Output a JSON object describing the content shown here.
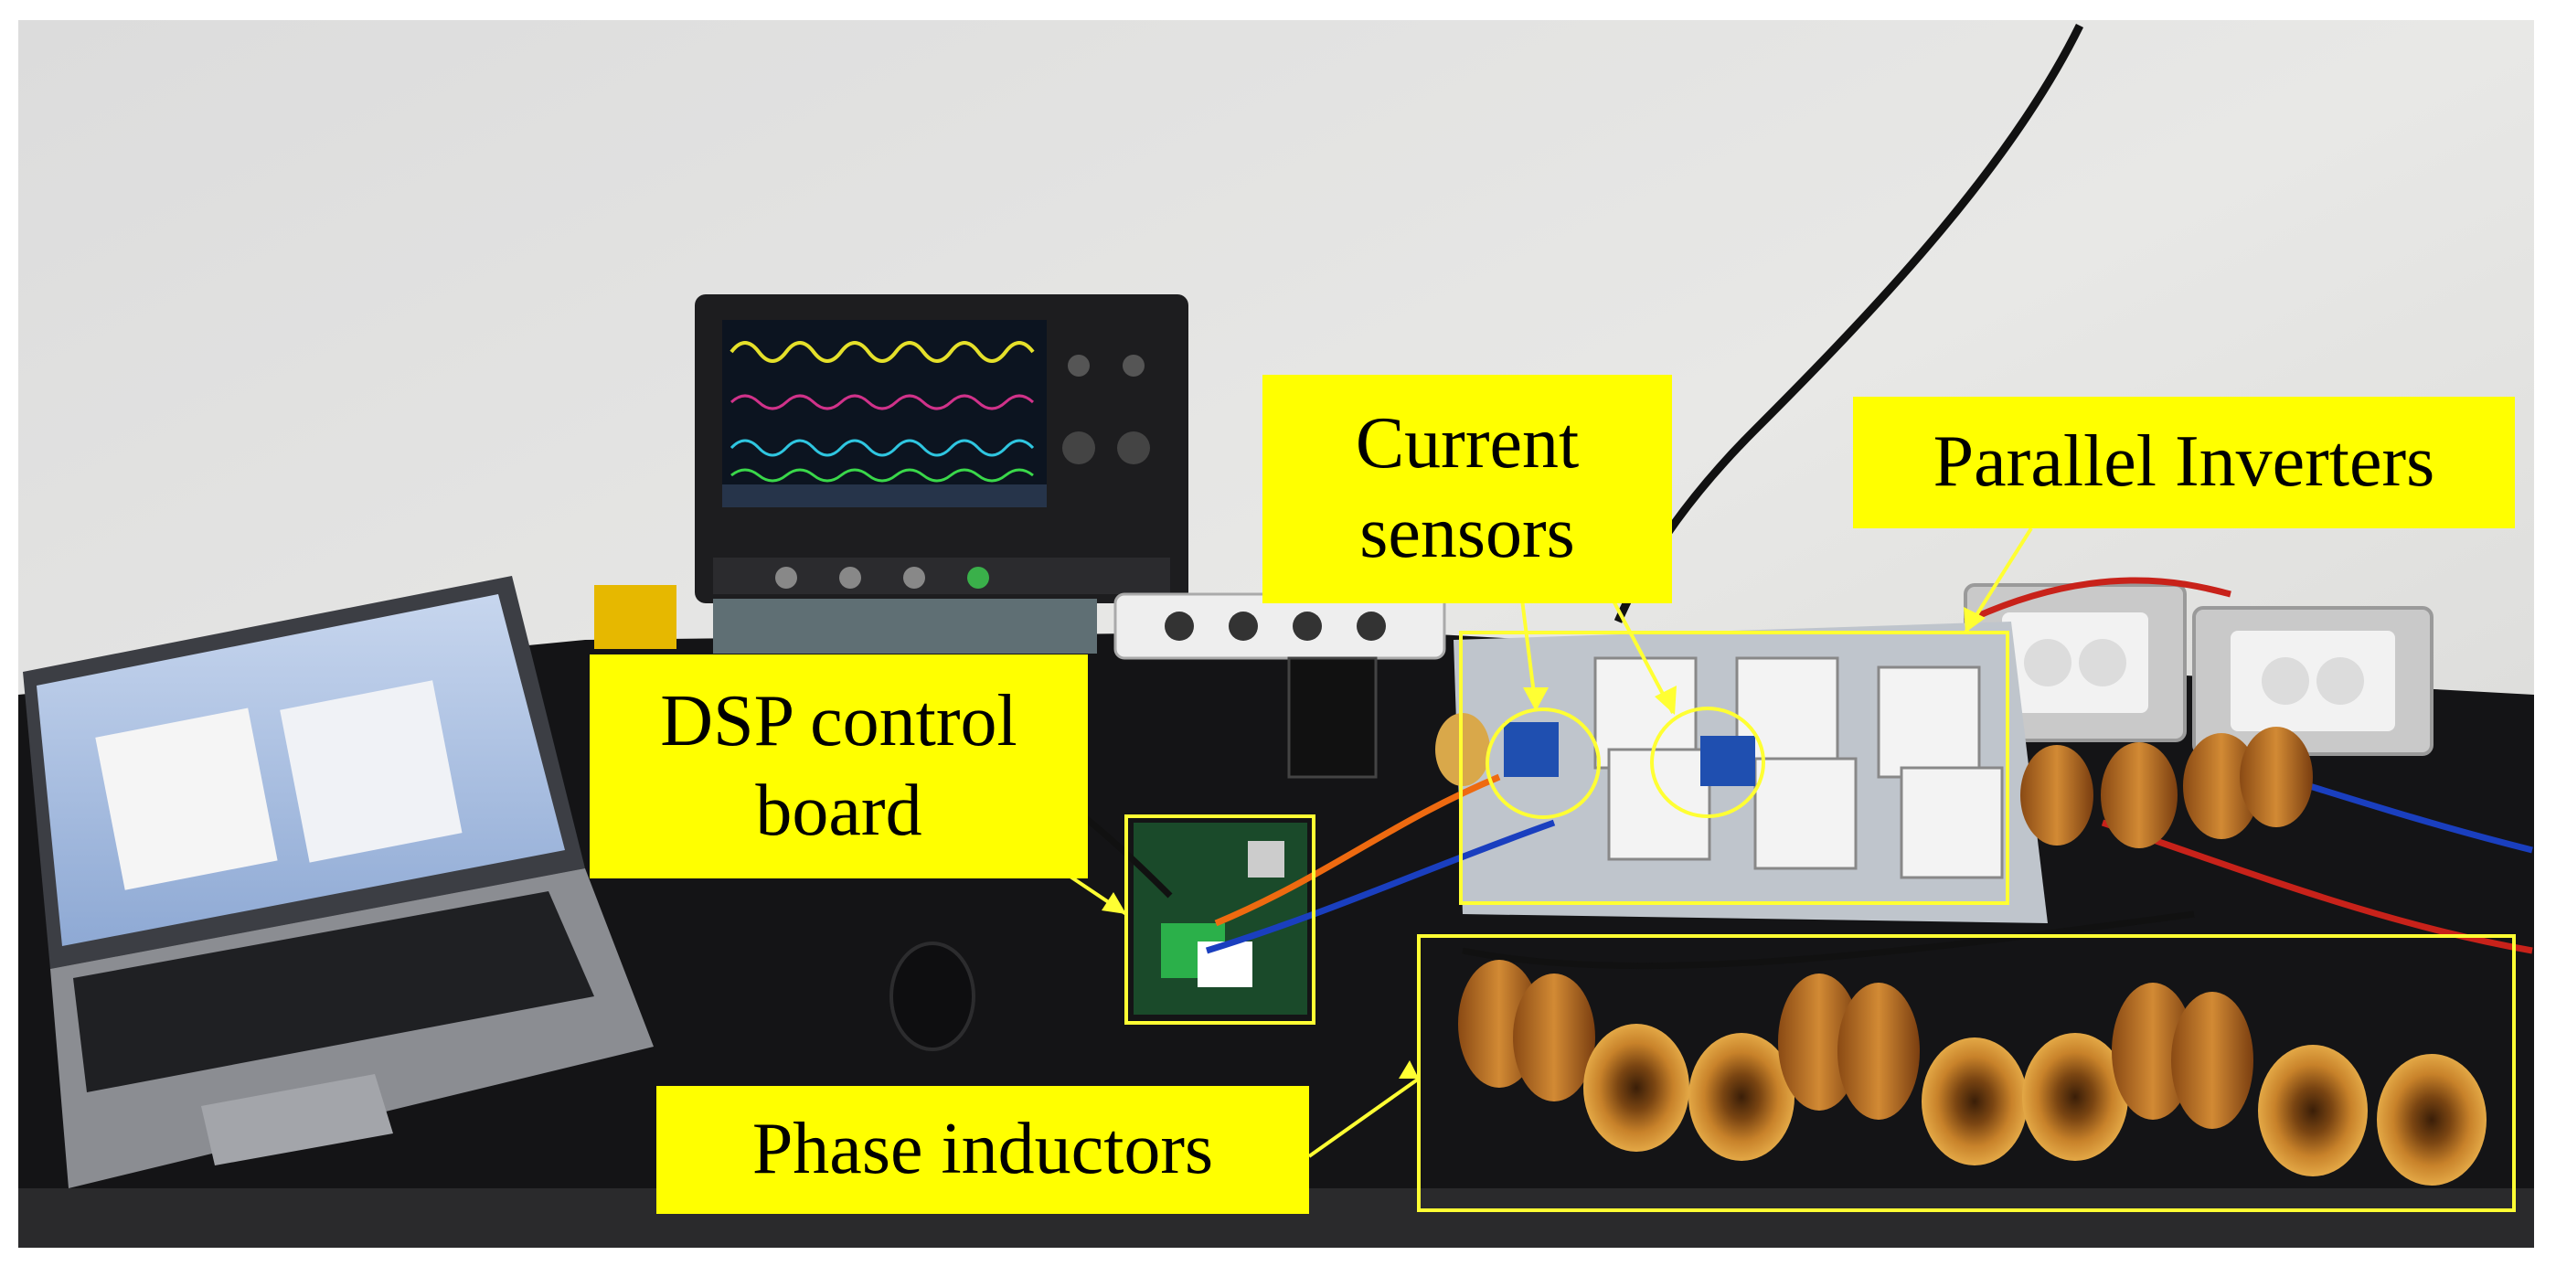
{
  "labels": {
    "current_sensors": [
      "Current",
      "sensors"
    ],
    "parallel_inverters": "Parallel Inverters",
    "dsp_control_board": [
      "DSP control",
      "board"
    ],
    "phase_inductors": "Phase inductors"
  },
  "colors": {
    "label_bg": "#ffff00",
    "callout": "#ffff33",
    "wall": "#e2e2e0",
    "bench": "#151517"
  }
}
